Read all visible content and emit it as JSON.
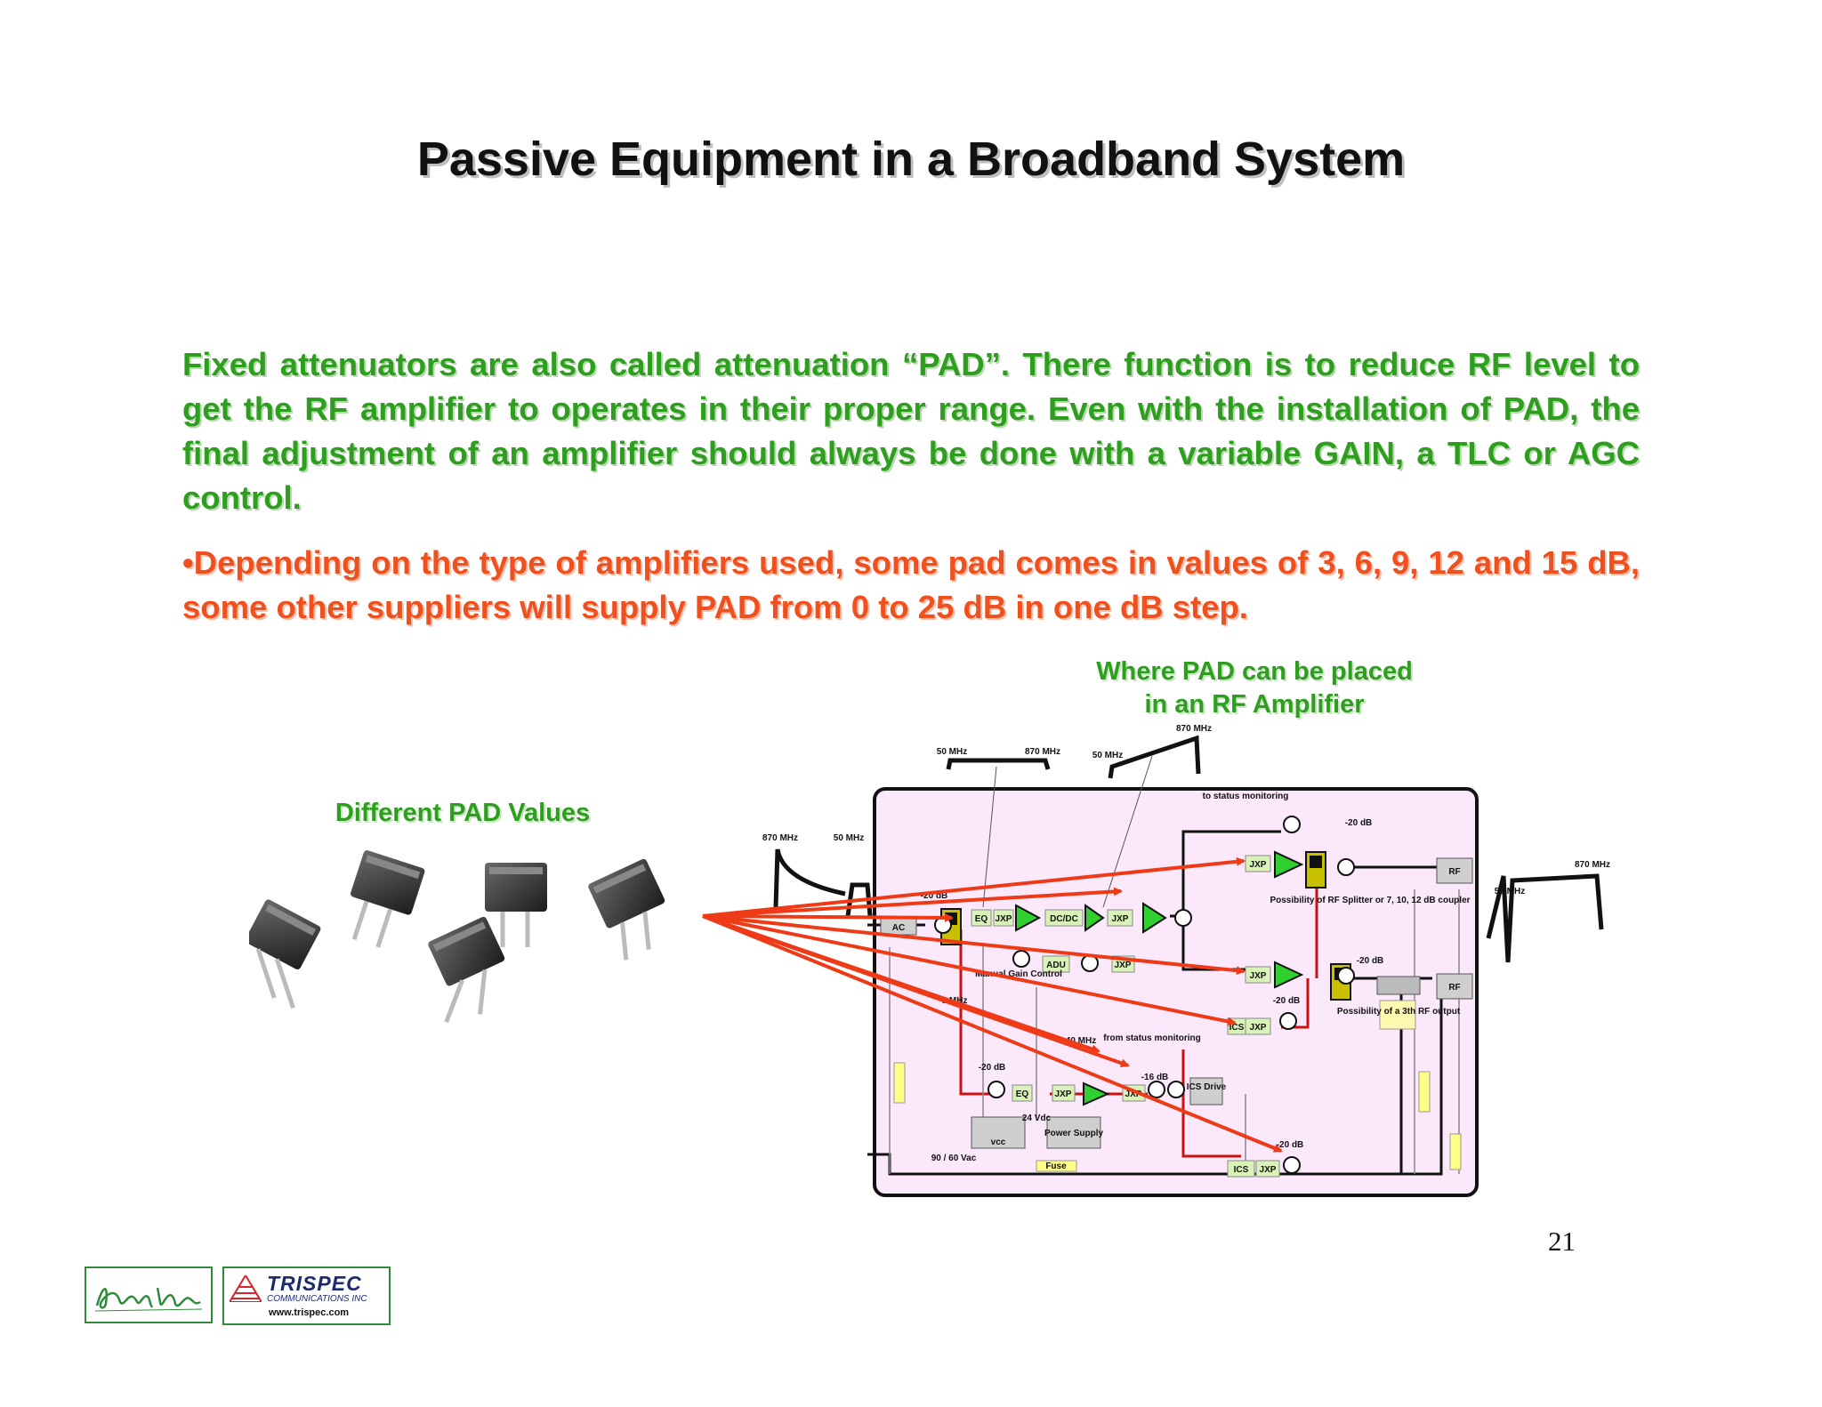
{
  "slide": {
    "title": "Passive Equipment in a Broadband System",
    "paragraph1": "Fixed attenuators are also called attenuation “PAD”. There function is to reduce RF level to get the RF amplifier to operates in their proper range. Even with the installation of PAD, the final adjustment of an amplifier should always be done with a variable GAIN, a TLC or AGC control.",
    "paragraph2": "•Depending on the type of amplifiers used, some pad comes in values of 3, 6, 9, 12 and 15 dB, some other suppliers will supply PAD from 0 to 25 dB in one dB step.",
    "pad_values_label": "Different PAD Values",
    "diagram_heading_line1": "Where PAD can be placed",
    "diagram_heading_line2": "in an RF Amplifier",
    "page_number": "21"
  },
  "diagram_labels": {
    "db20": "-20 dB",
    "db16": "-16 dB",
    "jxp": "JXP",
    "eq": "EQ",
    "ics": "ICS",
    "dcdc": "DC/DC",
    "adu": "ADU",
    "to_status": "to status monitoring",
    "from_status": "from status monitoring",
    "splitter": "Possibility of RF Splitter or 7, 10, 12 dB coupler",
    "third_output": "Possibility of a 3th RF output",
    "manual_gain": "Manual Gain Control",
    "ics_drive": "ICS Drive",
    "power_supply": "Power Supply",
    "vdc": "24 Vdc",
    "vcc": "vcc",
    "vac": "90 / 60 Vac",
    "fuse": "Fuse",
    "mhz870": "870 MHz",
    "mhz50": "50 MHz",
    "mhz5": "5 MHz",
    "mhz40": "40 MHz",
    "rf": "RF",
    "ac": "AC"
  },
  "footer": {
    "signature": "JA Andy Lamanna",
    "company_name": "TRISPEC",
    "company_sub": "COMMUNICATIONS INC",
    "website": "www.trispec.com"
  },
  "colors": {
    "title_text": "#111111",
    "green_text": "#2e9e1f",
    "red_text": "#f0501e",
    "diagram_bg": "#fbe8fb",
    "arrow_red": "#ee3a16",
    "amp_green": "#2fd02f",
    "pad_yellow": "#c8c000",
    "footer_green": "#2e8b3c",
    "trispec_red": "#d8232a",
    "trispec_blue": "#1c2b6e"
  }
}
